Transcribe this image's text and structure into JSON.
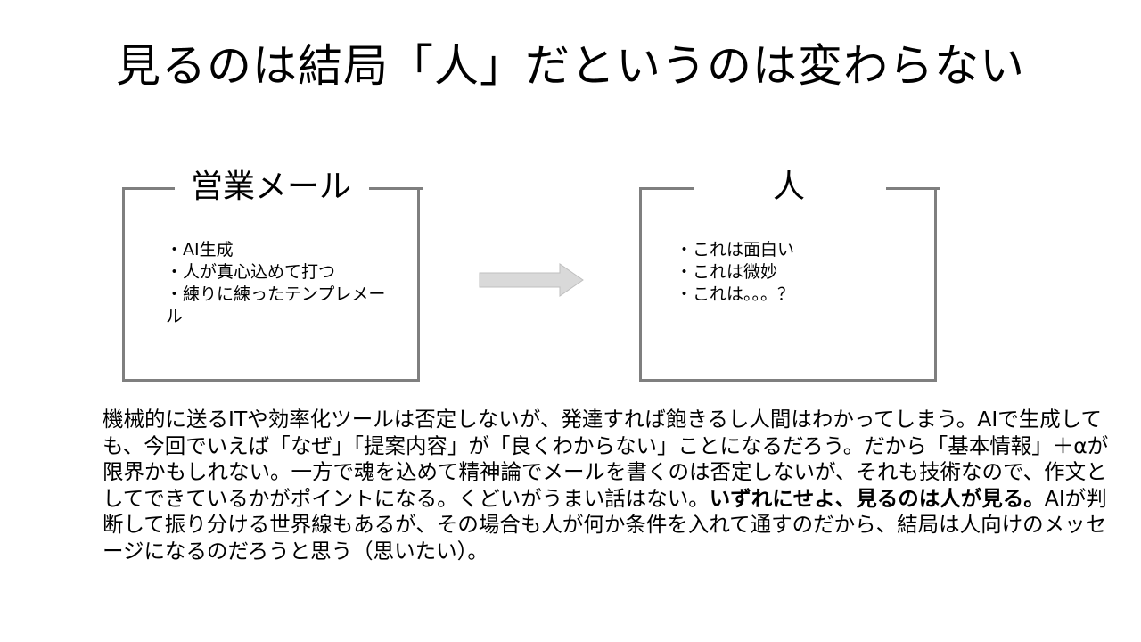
{
  "slide": {
    "title": "見るのは結局「人」だというのは変わらない"
  },
  "left_box": {
    "title": "営業メール",
    "items": [
      "・AI生成",
      "・人が真心込めて打つ",
      "・練りに練ったテンプレメール"
    ]
  },
  "right_box": {
    "title": "人",
    "items": [
      "・これは面白い",
      "・これは微妙",
      "・これは。。。？"
    ]
  },
  "body": {
    "part1": "機械的に送るITや効率化ツールは否定しないが、発達すれば飽きるし人間はわかってしまう。AIで生成しても、今回でいえば「なぜ」「提案内容」が「良くわからない」ことになるだろう。だから「基本情報」＋αが限界かもしれない。一方で魂を込めて精神論でメールを書くのは否定しないが、それも技術なので、作文としてできているかがポイントになる。くどいがうまい話はない。",
    "emphasis": "いずれにせよ、見るのは人が見る。",
    "part2": "AIが判断して振り分ける世界線もあるが、その場合も人が何か条件を入れて通すのだから、結局は人向けのメッセージになるのだろうと思う（思いたい）。"
  },
  "colors": {
    "frame": "#7f7f7f",
    "arrow_fill": "#d9d9d9",
    "arrow_edge": "#bfbfbf"
  },
  "icons": {
    "arrow": "arrow-right-icon"
  }
}
